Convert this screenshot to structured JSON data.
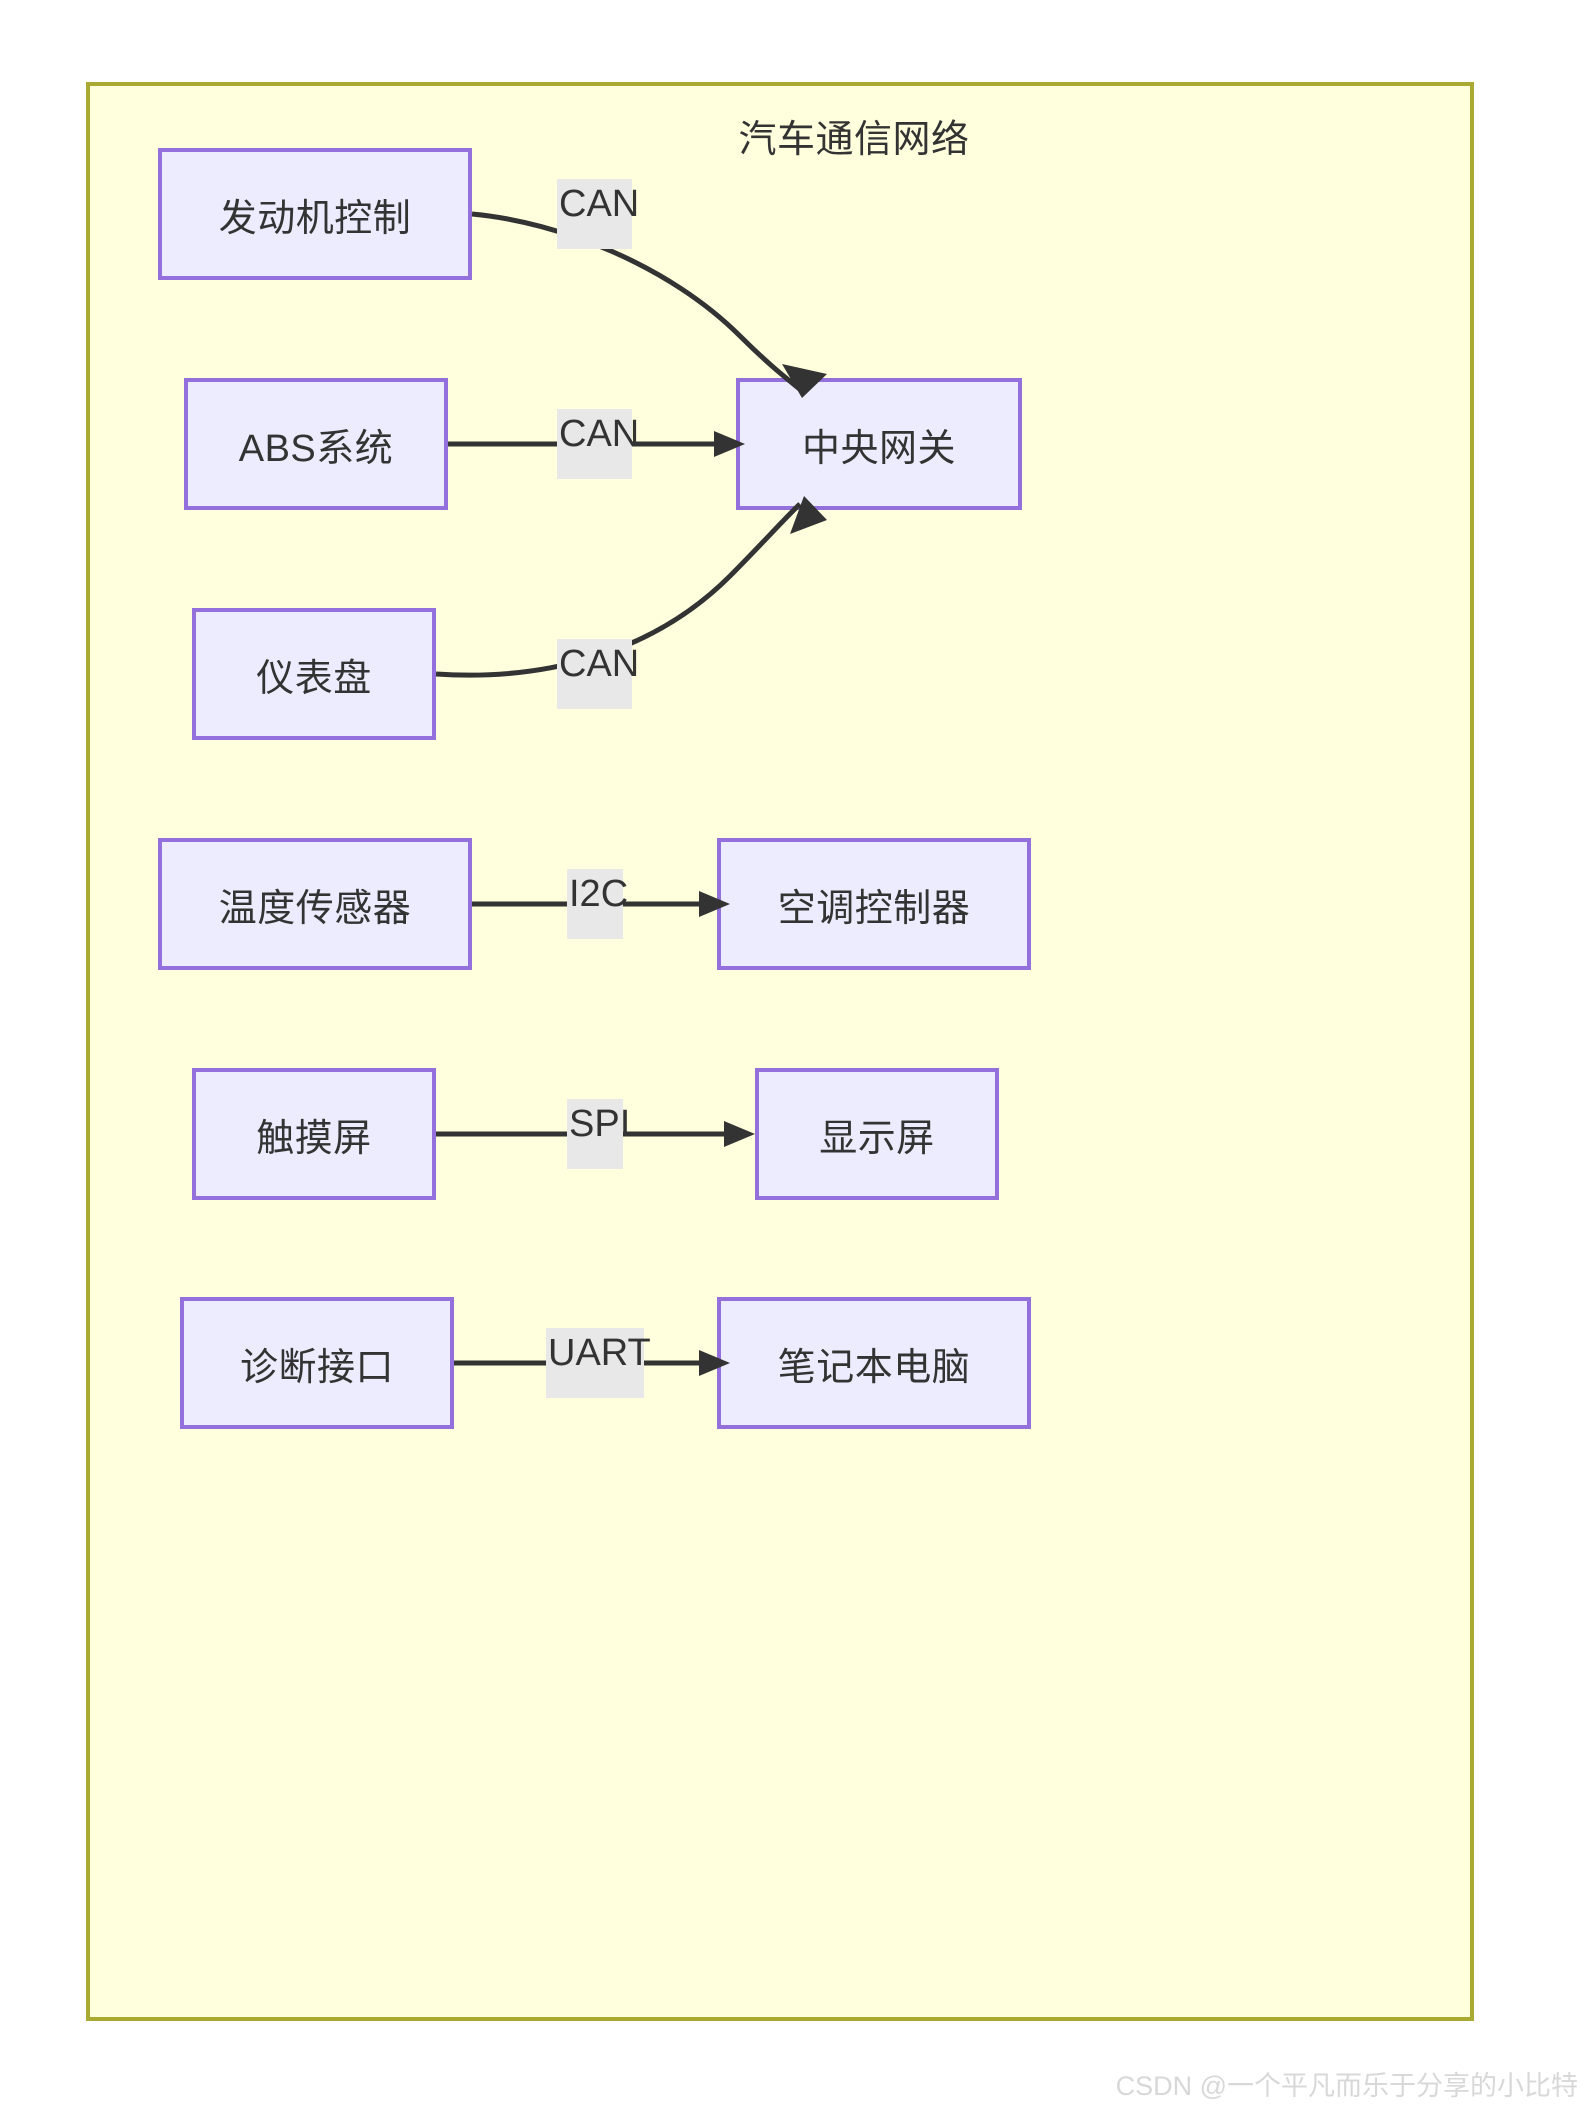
{
  "diagram": {
    "title": "汽车通信网络",
    "background_color": "#ffffff",
    "subgraph_fill": "#ffffde",
    "subgraph_stroke": "#aaaa33",
    "node_fill": "#ececfe",
    "node_stroke": "#9370db",
    "edge_stroke": "#333333",
    "edge_label_fill": "#e8e8e8",
    "text_color": "#333333"
  },
  "nodes": [
    {
      "id": "engine",
      "label": "发动机控制"
    },
    {
      "id": "abs",
      "label": "ABS系统"
    },
    {
      "id": "cluster",
      "label": "仪表盘"
    },
    {
      "id": "gateway",
      "label": "中央网关"
    },
    {
      "id": "tempsensor",
      "label": "温度传感器"
    },
    {
      "id": "acctrl",
      "label": "空调控制器"
    },
    {
      "id": "touch",
      "label": "触摸屏"
    },
    {
      "id": "display",
      "label": "显示屏"
    },
    {
      "id": "diagport",
      "label": "诊断接口"
    },
    {
      "id": "laptop",
      "label": "笔记本电脑"
    }
  ],
  "edges": [
    {
      "from": "engine",
      "to": "gateway",
      "label": "CAN",
      "style": "curved"
    },
    {
      "from": "abs",
      "to": "gateway",
      "label": "CAN",
      "style": "straight"
    },
    {
      "from": "cluster",
      "to": "gateway",
      "label": "CAN",
      "style": "curved"
    },
    {
      "from": "tempsensor",
      "to": "acctrl",
      "label": "I2C",
      "style": "straight"
    },
    {
      "from": "touch",
      "to": "display",
      "label": "SPI",
      "style": "straight"
    },
    {
      "from": "diagport",
      "to": "laptop",
      "label": "UART",
      "style": "straight"
    }
  ],
  "watermark": {
    "text": "CSDN @一个平凡而乐于分享的小比特"
  }
}
